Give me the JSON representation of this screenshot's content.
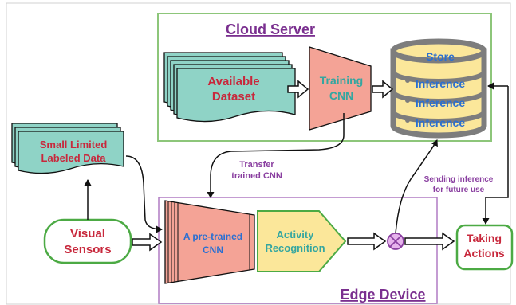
{
  "cloud": {
    "title": "Cloud Server",
    "dataset": [
      "Available",
      "Dataset"
    ],
    "training": [
      "Training",
      "CNN"
    ],
    "store": "Store",
    "inference": [
      "Inference",
      "Inference",
      "Inference"
    ]
  },
  "edge": {
    "title": "Edge Device",
    "pretrained": [
      "A pre-trained",
      "CNN"
    ],
    "activity": [
      "Activity",
      "Recognition"
    ]
  },
  "inputs": {
    "small_data": [
      "Small Limited",
      "Labeled Data"
    ],
    "visual_sensors": [
      "Visual",
      "Sensors"
    ]
  },
  "outputs": {
    "taking_actions": [
      "Taking",
      "Actions"
    ]
  },
  "annotations": {
    "transfer": [
      "Transfer",
      "trained CNN"
    ],
    "sending": [
      "Sending inference",
      "for future use"
    ]
  },
  "colors": {
    "cloud_border": "#8dc67a",
    "edge_border": "#b07bc4",
    "teal": "#8fd3c6",
    "salmon": "#f4a396",
    "yellow": "#fbe79a",
    "cylinder_rim": "#7d7d7d",
    "green_border": "#4caa44",
    "title_purple": "#7a2f8f",
    "text_red": "#c8283c",
    "text_teal": "#34a6a0",
    "text_blue": "#2a6fd1",
    "text_purple": "#8a3fa0"
  }
}
